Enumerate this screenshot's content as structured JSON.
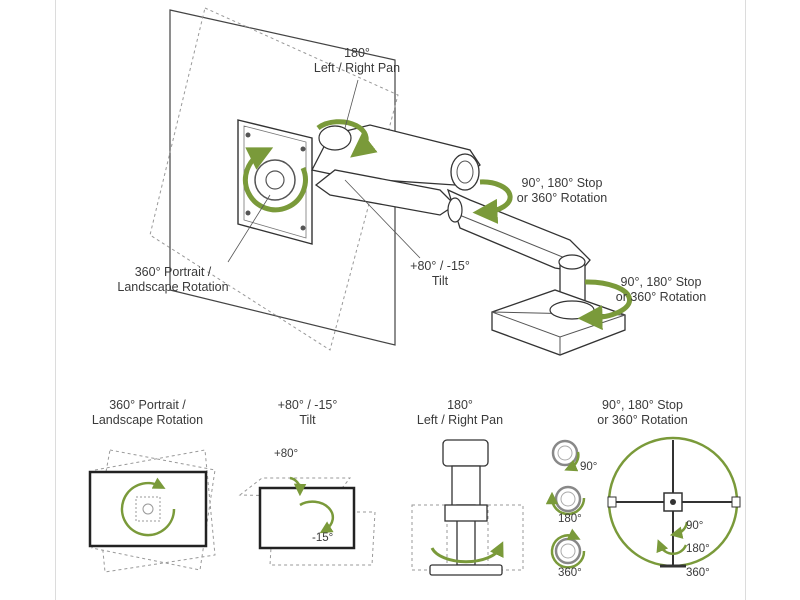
{
  "callouts": {
    "pan": {
      "line1": "180°",
      "line2": "Left / Right Pan"
    },
    "arm_rot": {
      "line1": "90°, 180° Stop",
      "line2": "or 360° Rotation"
    },
    "base_rot": {
      "line1": "90°, 180° Stop",
      "line2": "or 360° Rotation"
    },
    "portrait": {
      "line1": "360° Portrait /",
      "line2": "Landscape Rotation"
    },
    "tilt": {
      "line1": "+80° / -15°",
      "line2": "Tilt"
    }
  },
  "panels": [
    {
      "line1": "360° Portrait /",
      "line2": "Landscape Rotation"
    },
    {
      "line1": "+80° / -15°",
      "line2": "Tilt"
    },
    {
      "line1": "180°",
      "line2": "Left / Right Pan"
    },
    {
      "line1": "90°, 180° Stop",
      "line2": "or 360° Rotation"
    }
  ],
  "tilt_panel": {
    "up": "+80°",
    "down": "-15°"
  },
  "rotation_panel": {
    "a": "90°",
    "b": "180°",
    "c": "360°"
  },
  "colors": {
    "accent": "#7a9a3a",
    "line": "#3a3a3a",
    "dash": "#9a9a9a"
  }
}
